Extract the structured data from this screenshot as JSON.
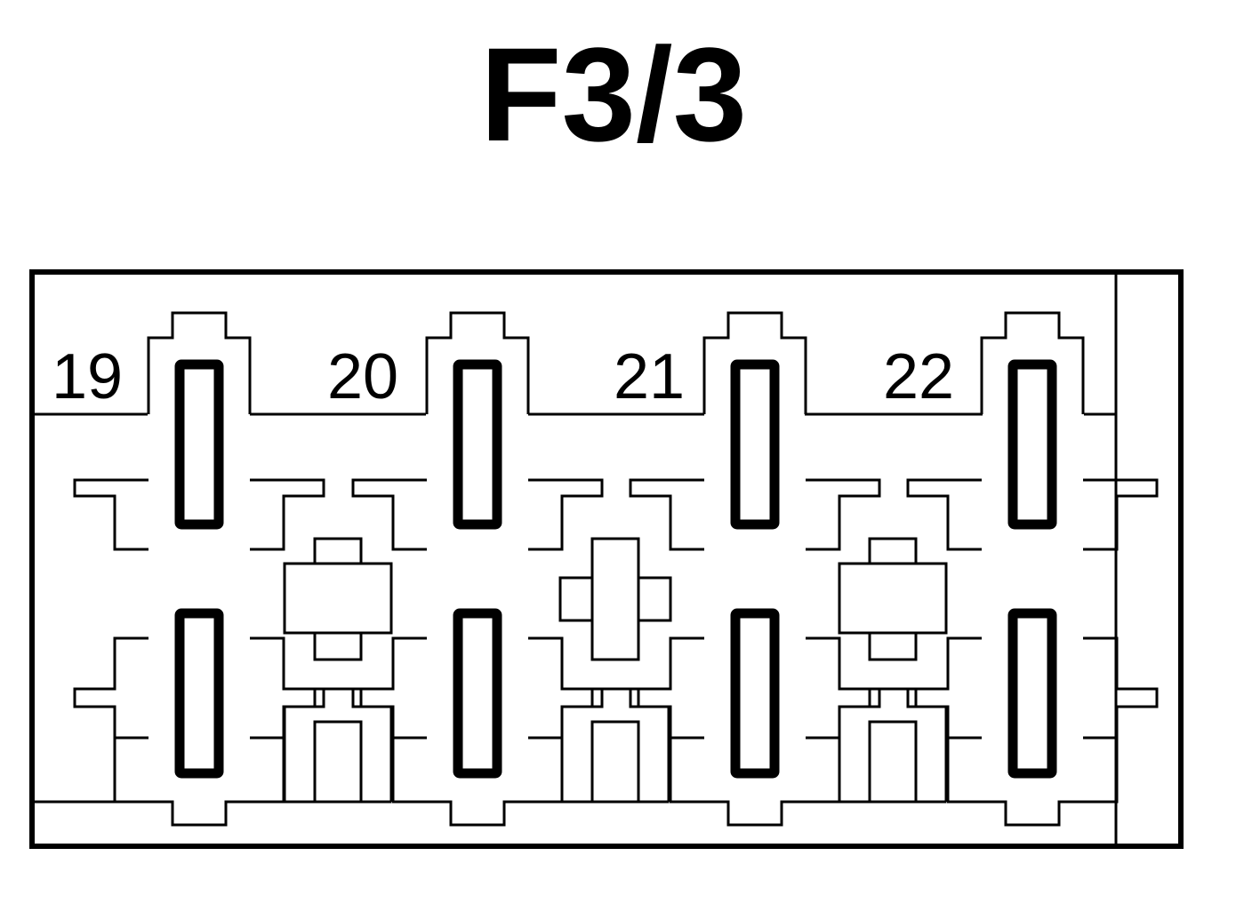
{
  "title": "F3/3",
  "slots": [
    {
      "number": "19"
    },
    {
      "number": "20"
    },
    {
      "number": "21"
    },
    {
      "number": "22"
    }
  ],
  "colors": {
    "line": "#000000",
    "background": "#ffffff"
  }
}
